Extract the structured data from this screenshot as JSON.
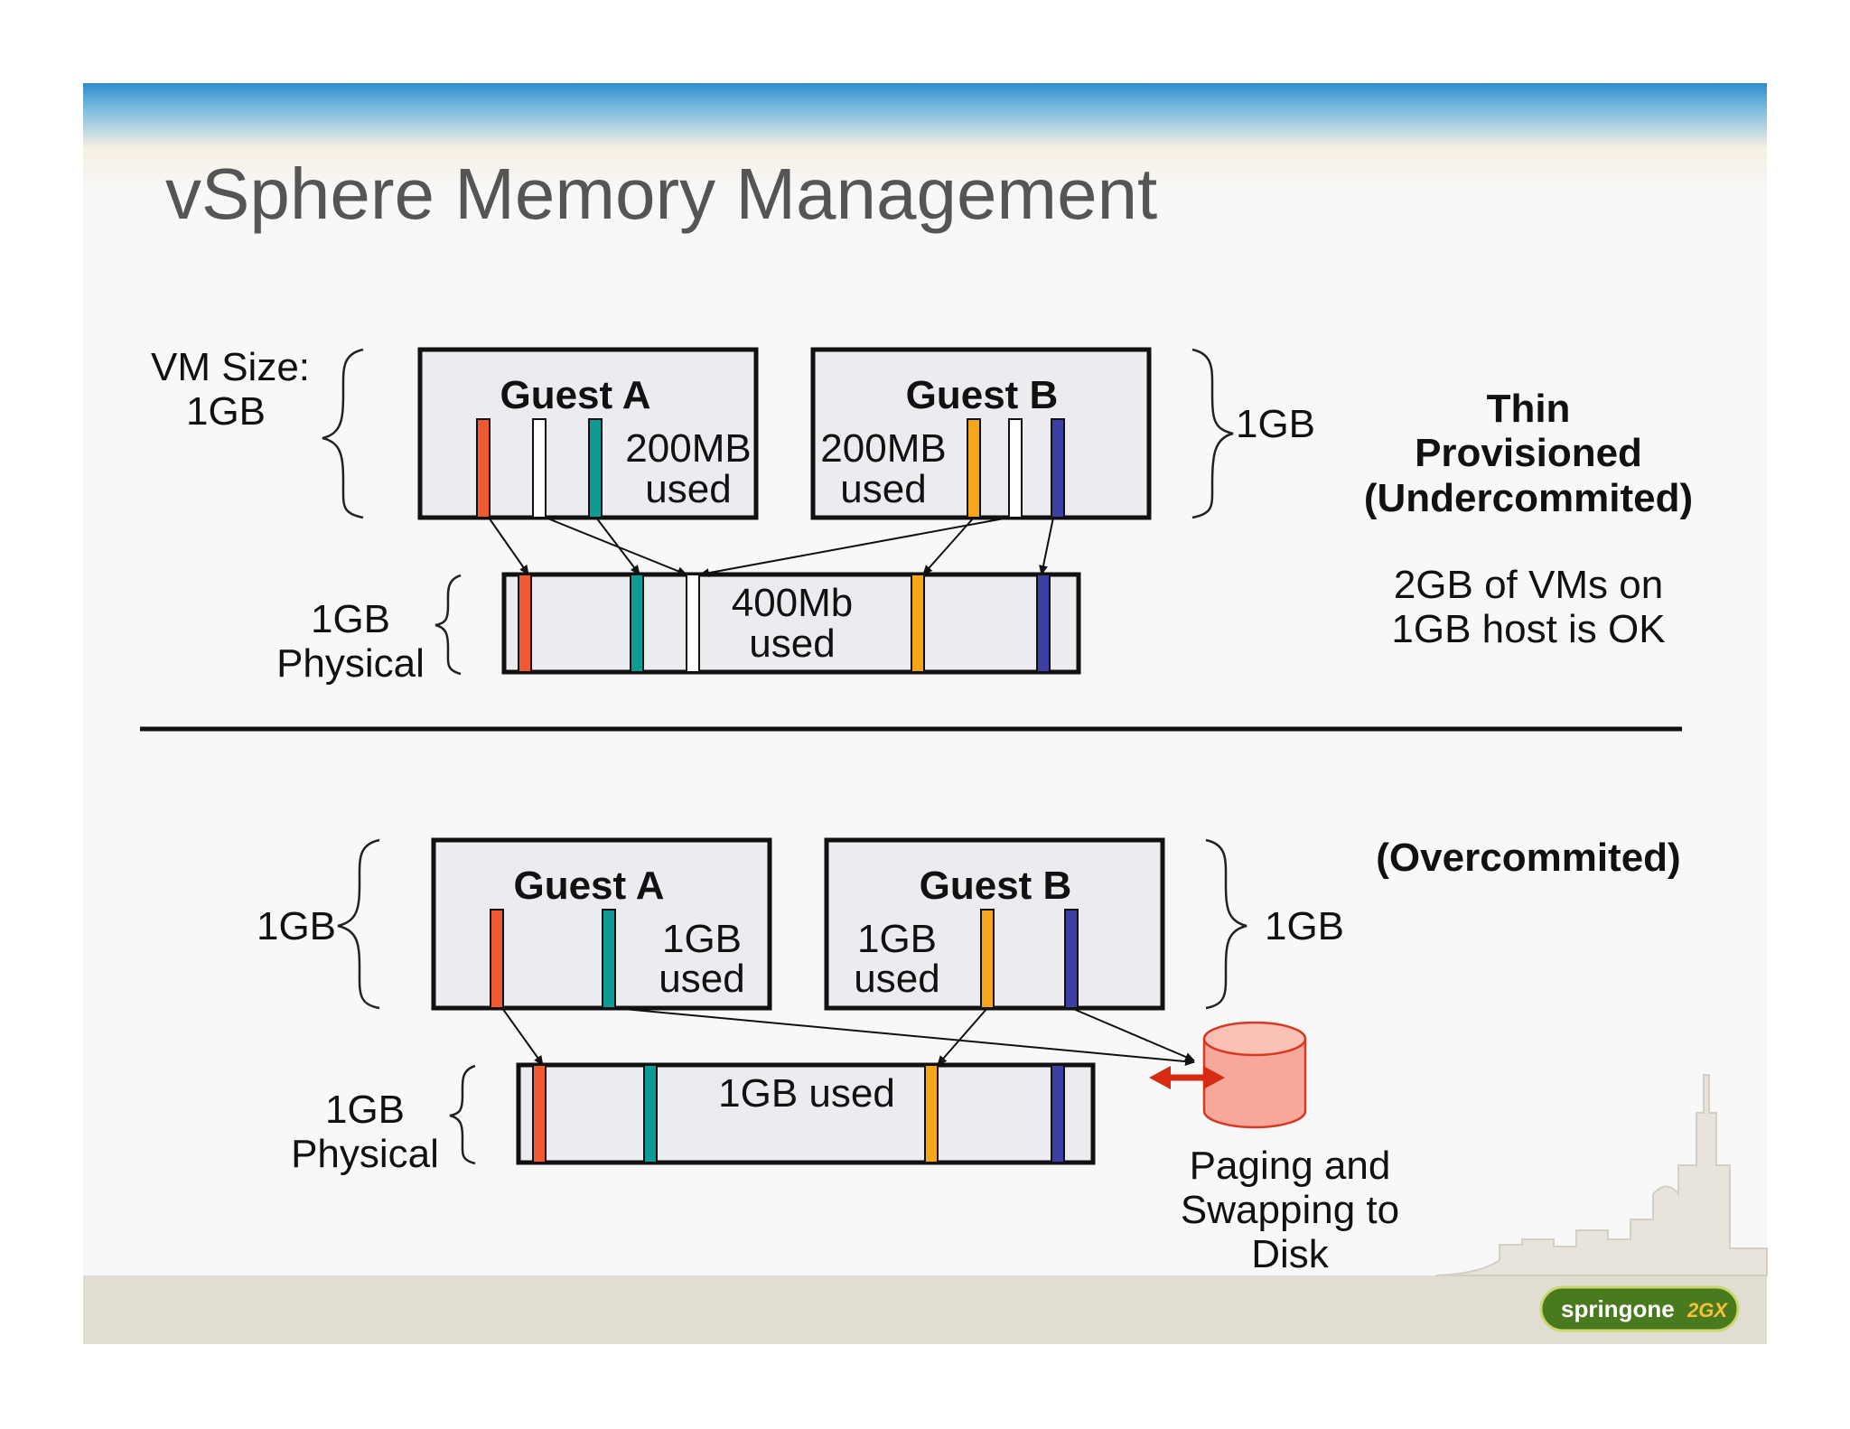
{
  "title": "vSphere Memory Management",
  "top": {
    "vm_size_label_line1": "VM Size:",
    "vm_size_label_line2": "1GB",
    "guest_a": {
      "name": "Guest A",
      "used_line1": "200MB",
      "used_line2": "used"
    },
    "guest_b": {
      "name": "Guest B",
      "used_line1": "200MB",
      "used_line2": "used"
    },
    "right_size": "1GB",
    "physical_line1": "1GB",
    "physical_line2": "Physical",
    "physical_used_line1": "400Mb",
    "physical_used_line2": "used",
    "heading_line1": "Thin",
    "heading_line2": "Provisioned",
    "heading_line3": "(Undercommited)",
    "note_line1": "2GB of VMs on",
    "note_line2": "1GB host is OK"
  },
  "bottom": {
    "left_size": "1GB",
    "guest_a": {
      "name": "Guest A",
      "used_line1": "1GB",
      "used_line2": "used"
    },
    "guest_b": {
      "name": "Guest B",
      "used_line1": "1GB",
      "used_line2": "used"
    },
    "right_size": "1GB",
    "physical_line1": "1GB",
    "physical_line2": "Physical",
    "physical_used": "1GB used",
    "heading": "(Overcommited)",
    "disk_line1": "Paging and",
    "disk_line2": "Swapping to",
    "disk_line3": "Disk"
  },
  "logo": {
    "text": "springone",
    "badge": "2GX"
  },
  "colors": {
    "red_block": "#f05a30",
    "teal_block": "#0f9b95",
    "orange_block": "#f7a51a",
    "blue_block": "#3b3fa3",
    "white_block": "#ffffff",
    "header_bar": "#2e8dcb",
    "disk": "#f7a89a",
    "swap_arrow": "#d62a12"
  }
}
